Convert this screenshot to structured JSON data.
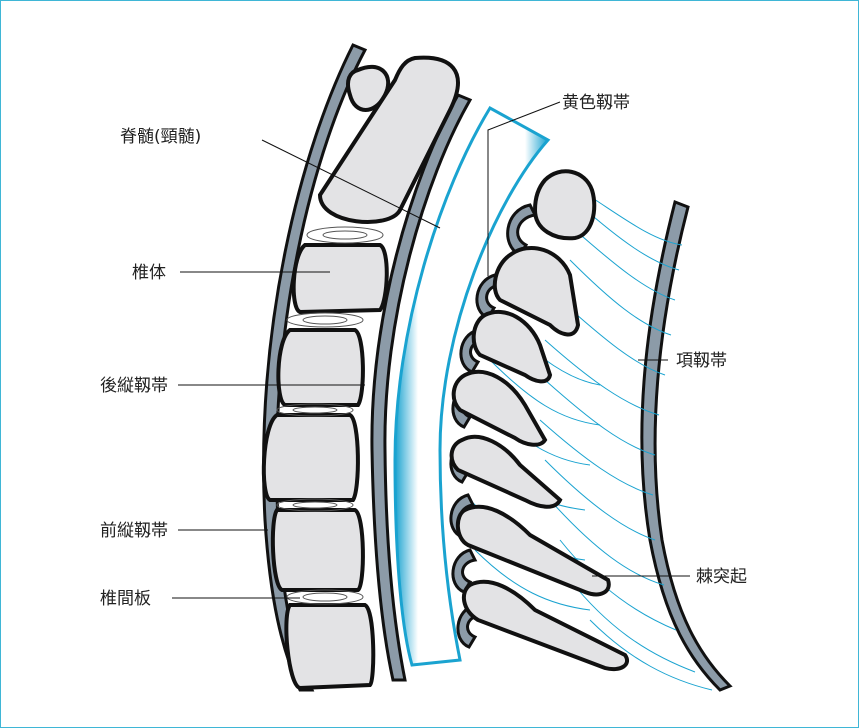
{
  "labels": {
    "spinal_cord": "脊髄(頸髄)",
    "vertebral_body": "椎体",
    "posterior_longitudinal_ligament": "後縦靱帯",
    "anterior_longitudinal_ligament": "前縦靱帯",
    "intervertebral_disc": "椎間板",
    "ligamentum_flavum": "黄色靱帯",
    "nuchal_ligament": "項靱帯",
    "spinous_process": "棘突起"
  },
  "colors": {
    "frame": "#3fb6d6",
    "ligament_blue": "#1aa3d0",
    "ligament_fill": "#8c9ba8",
    "bone_fill": "#e3e3e5",
    "outline": "#111111"
  }
}
